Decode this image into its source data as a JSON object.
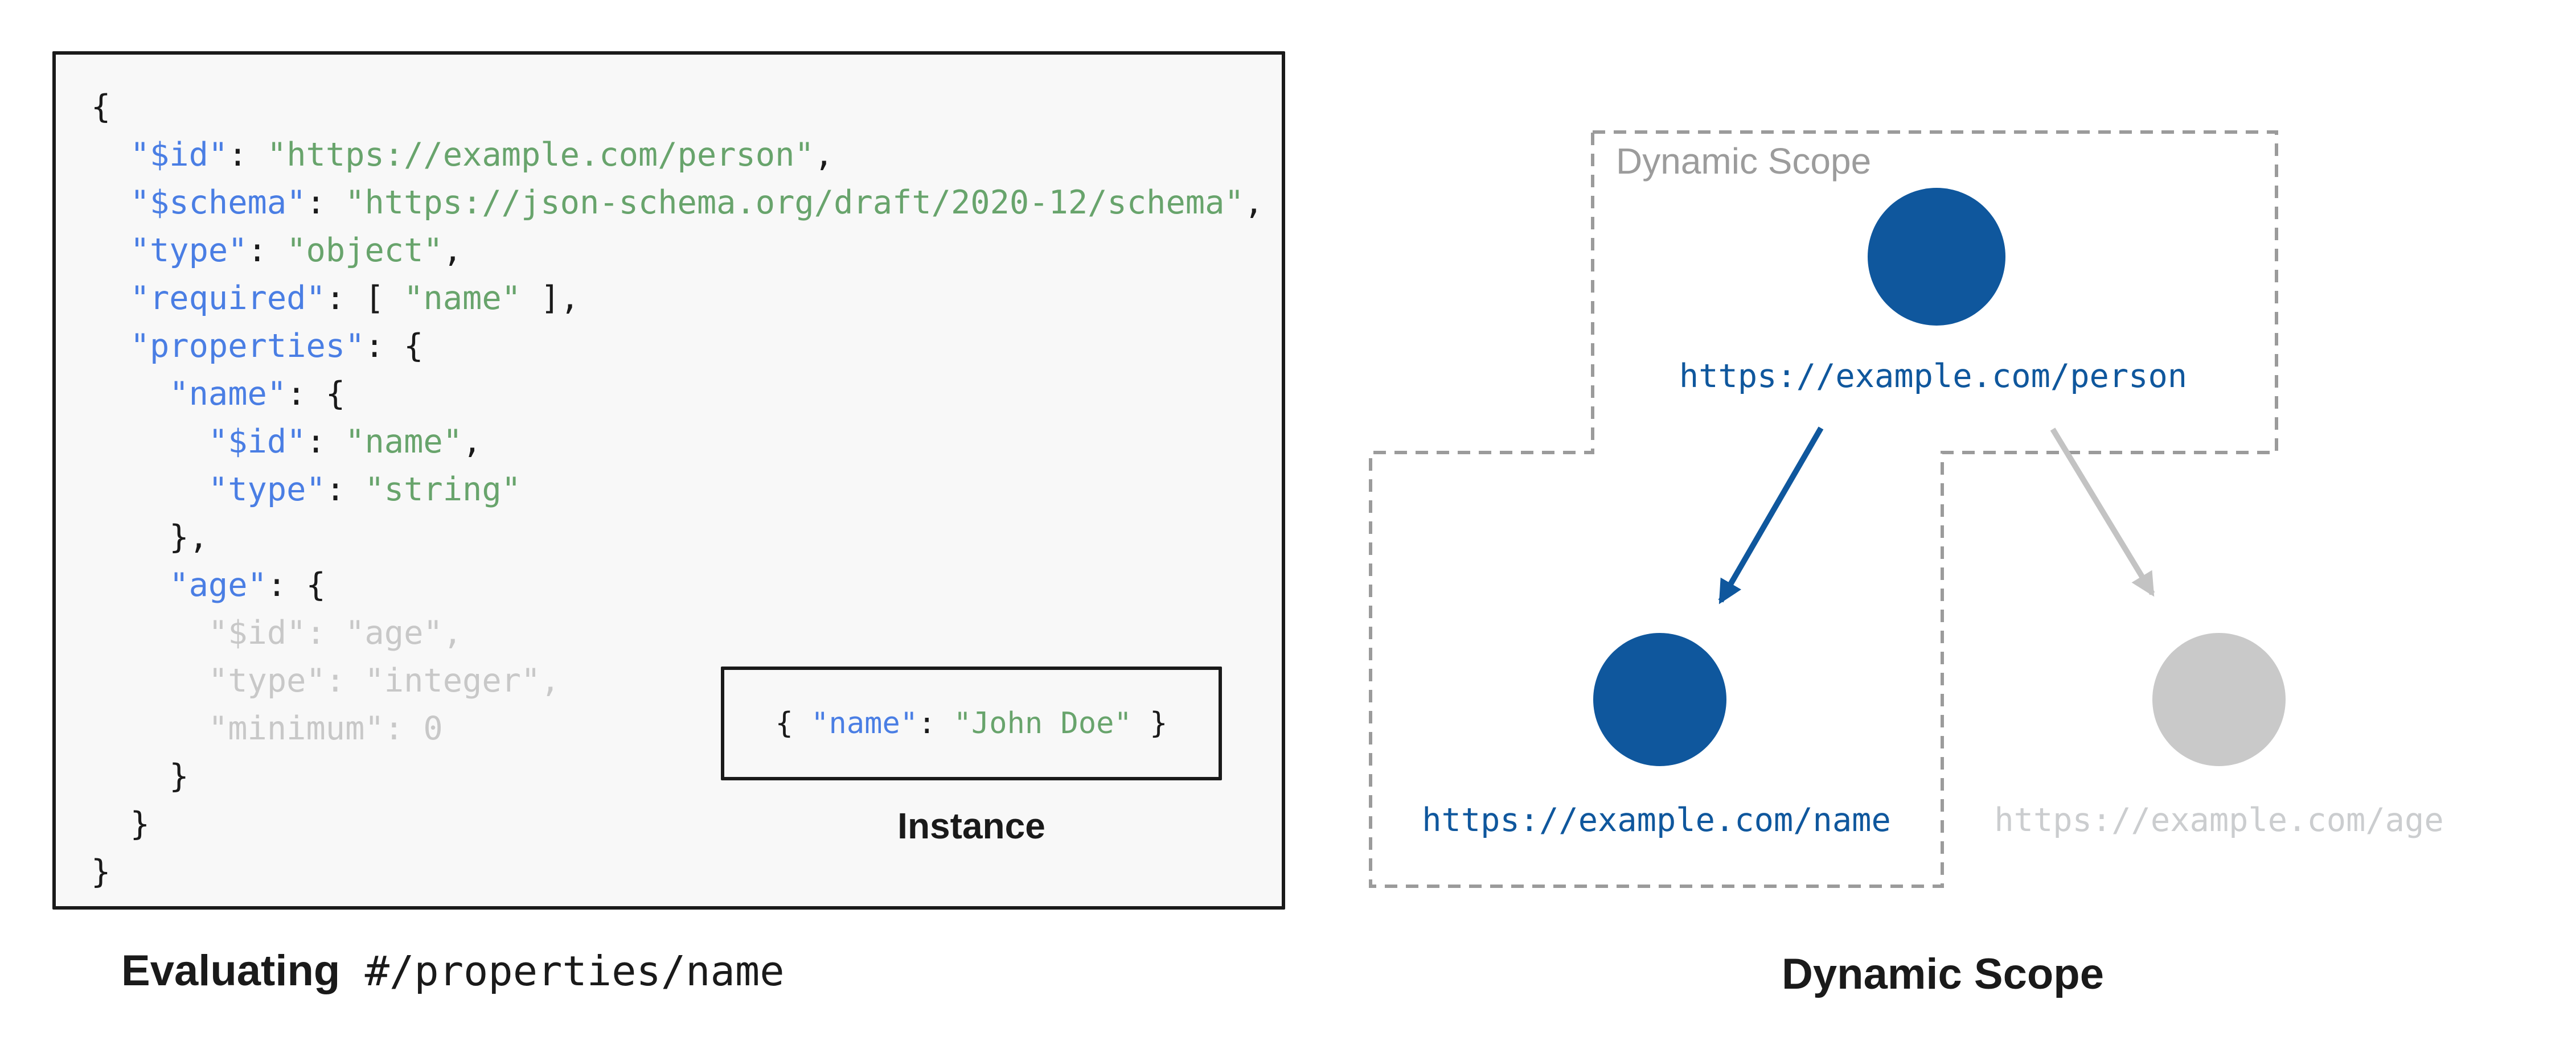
{
  "colors": {
    "ink": "#1a1a1a",
    "panel_bg": "#f8f8f8",
    "key_blue": "#4a7ee4",
    "str_green": "#68a46c",
    "dim_gray": "#c8c8c8",
    "node_blue": "#0f579d",
    "muted_node": "#c9c9c9",
    "muted_text": "#cbcdcf",
    "muted_edge": "#c3c3c3",
    "dash_gray": "#9b9b9b",
    "label_gray": "#9c9c9c"
  },
  "left_panel": {
    "caption_bold": "Evaluating",
    "caption_mono": " #/properties/name",
    "instance_label": "Instance",
    "instance_tokens": [
      [
        "plain",
        "{ "
      ],
      [
        "key",
        "\"name\""
      ],
      [
        "plain",
        ": "
      ],
      [
        "str",
        "\"John Doe\""
      ],
      [
        "plain",
        " }"
      ]
    ],
    "code_lines": [
      [
        [
          "plain",
          "{"
        ]
      ],
      [
        [
          "plain",
          "  "
        ],
        [
          "key",
          "\"$id\""
        ],
        [
          "plain",
          ": "
        ],
        [
          "str",
          "\"https://example.com/person\""
        ],
        [
          "plain",
          ","
        ]
      ],
      [
        [
          "plain",
          "  "
        ],
        [
          "key",
          "\"$schema\""
        ],
        [
          "plain",
          ": "
        ],
        [
          "str",
          "\"https://json-schema.org/draft/2020-12/schema\""
        ],
        [
          "plain",
          ","
        ]
      ],
      [
        [
          "plain",
          "  "
        ],
        [
          "key",
          "\"type\""
        ],
        [
          "plain",
          ": "
        ],
        [
          "str",
          "\"object\""
        ],
        [
          "plain",
          ","
        ]
      ],
      [
        [
          "plain",
          "  "
        ],
        [
          "key",
          "\"required\""
        ],
        [
          "plain",
          ": [ "
        ],
        [
          "str",
          "\"name\""
        ],
        [
          "plain",
          " ],"
        ]
      ],
      [
        [
          "plain",
          "  "
        ],
        [
          "key",
          "\"properties\""
        ],
        [
          "plain",
          ": {"
        ]
      ],
      [
        [
          "plain",
          "    "
        ],
        [
          "key",
          "\"name\""
        ],
        [
          "plain",
          ": {"
        ]
      ],
      [
        [
          "plain",
          "      "
        ],
        [
          "key",
          "\"$id\""
        ],
        [
          "plain",
          ": "
        ],
        [
          "str",
          "\"name\""
        ],
        [
          "plain",
          ","
        ]
      ],
      [
        [
          "plain",
          "      "
        ],
        [
          "key",
          "\"type\""
        ],
        [
          "plain",
          ": "
        ],
        [
          "str",
          "\"string\""
        ]
      ],
      [
        [
          "plain",
          "    },"
        ]
      ],
      [
        [
          "plain",
          "    "
        ],
        [
          "key",
          "\"age\""
        ],
        [
          "plain",
          ": {"
        ]
      ],
      [
        [
          "dim",
          "      \"$id\": \"age\","
        ]
      ],
      [
        [
          "dim",
          "      \"type\": \"integer\","
        ]
      ],
      [
        [
          "dim",
          "      \"minimum\": 0"
        ]
      ],
      [
        [
          "plain",
          "    }"
        ]
      ],
      [
        [
          "plain",
          "  }"
        ]
      ],
      [
        [
          "plain",
          "}"
        ]
      ]
    ]
  },
  "right_panel": {
    "scope_label": "Dynamic Scope",
    "caption": "Dynamic Scope",
    "nodes": [
      {
        "id": "person",
        "url": "https://example.com/person",
        "state": "active"
      },
      {
        "id": "name",
        "url": "https://example.com/name",
        "state": "active"
      },
      {
        "id": "age",
        "url": "https://example.com/age",
        "state": "inactive"
      }
    ]
  }
}
